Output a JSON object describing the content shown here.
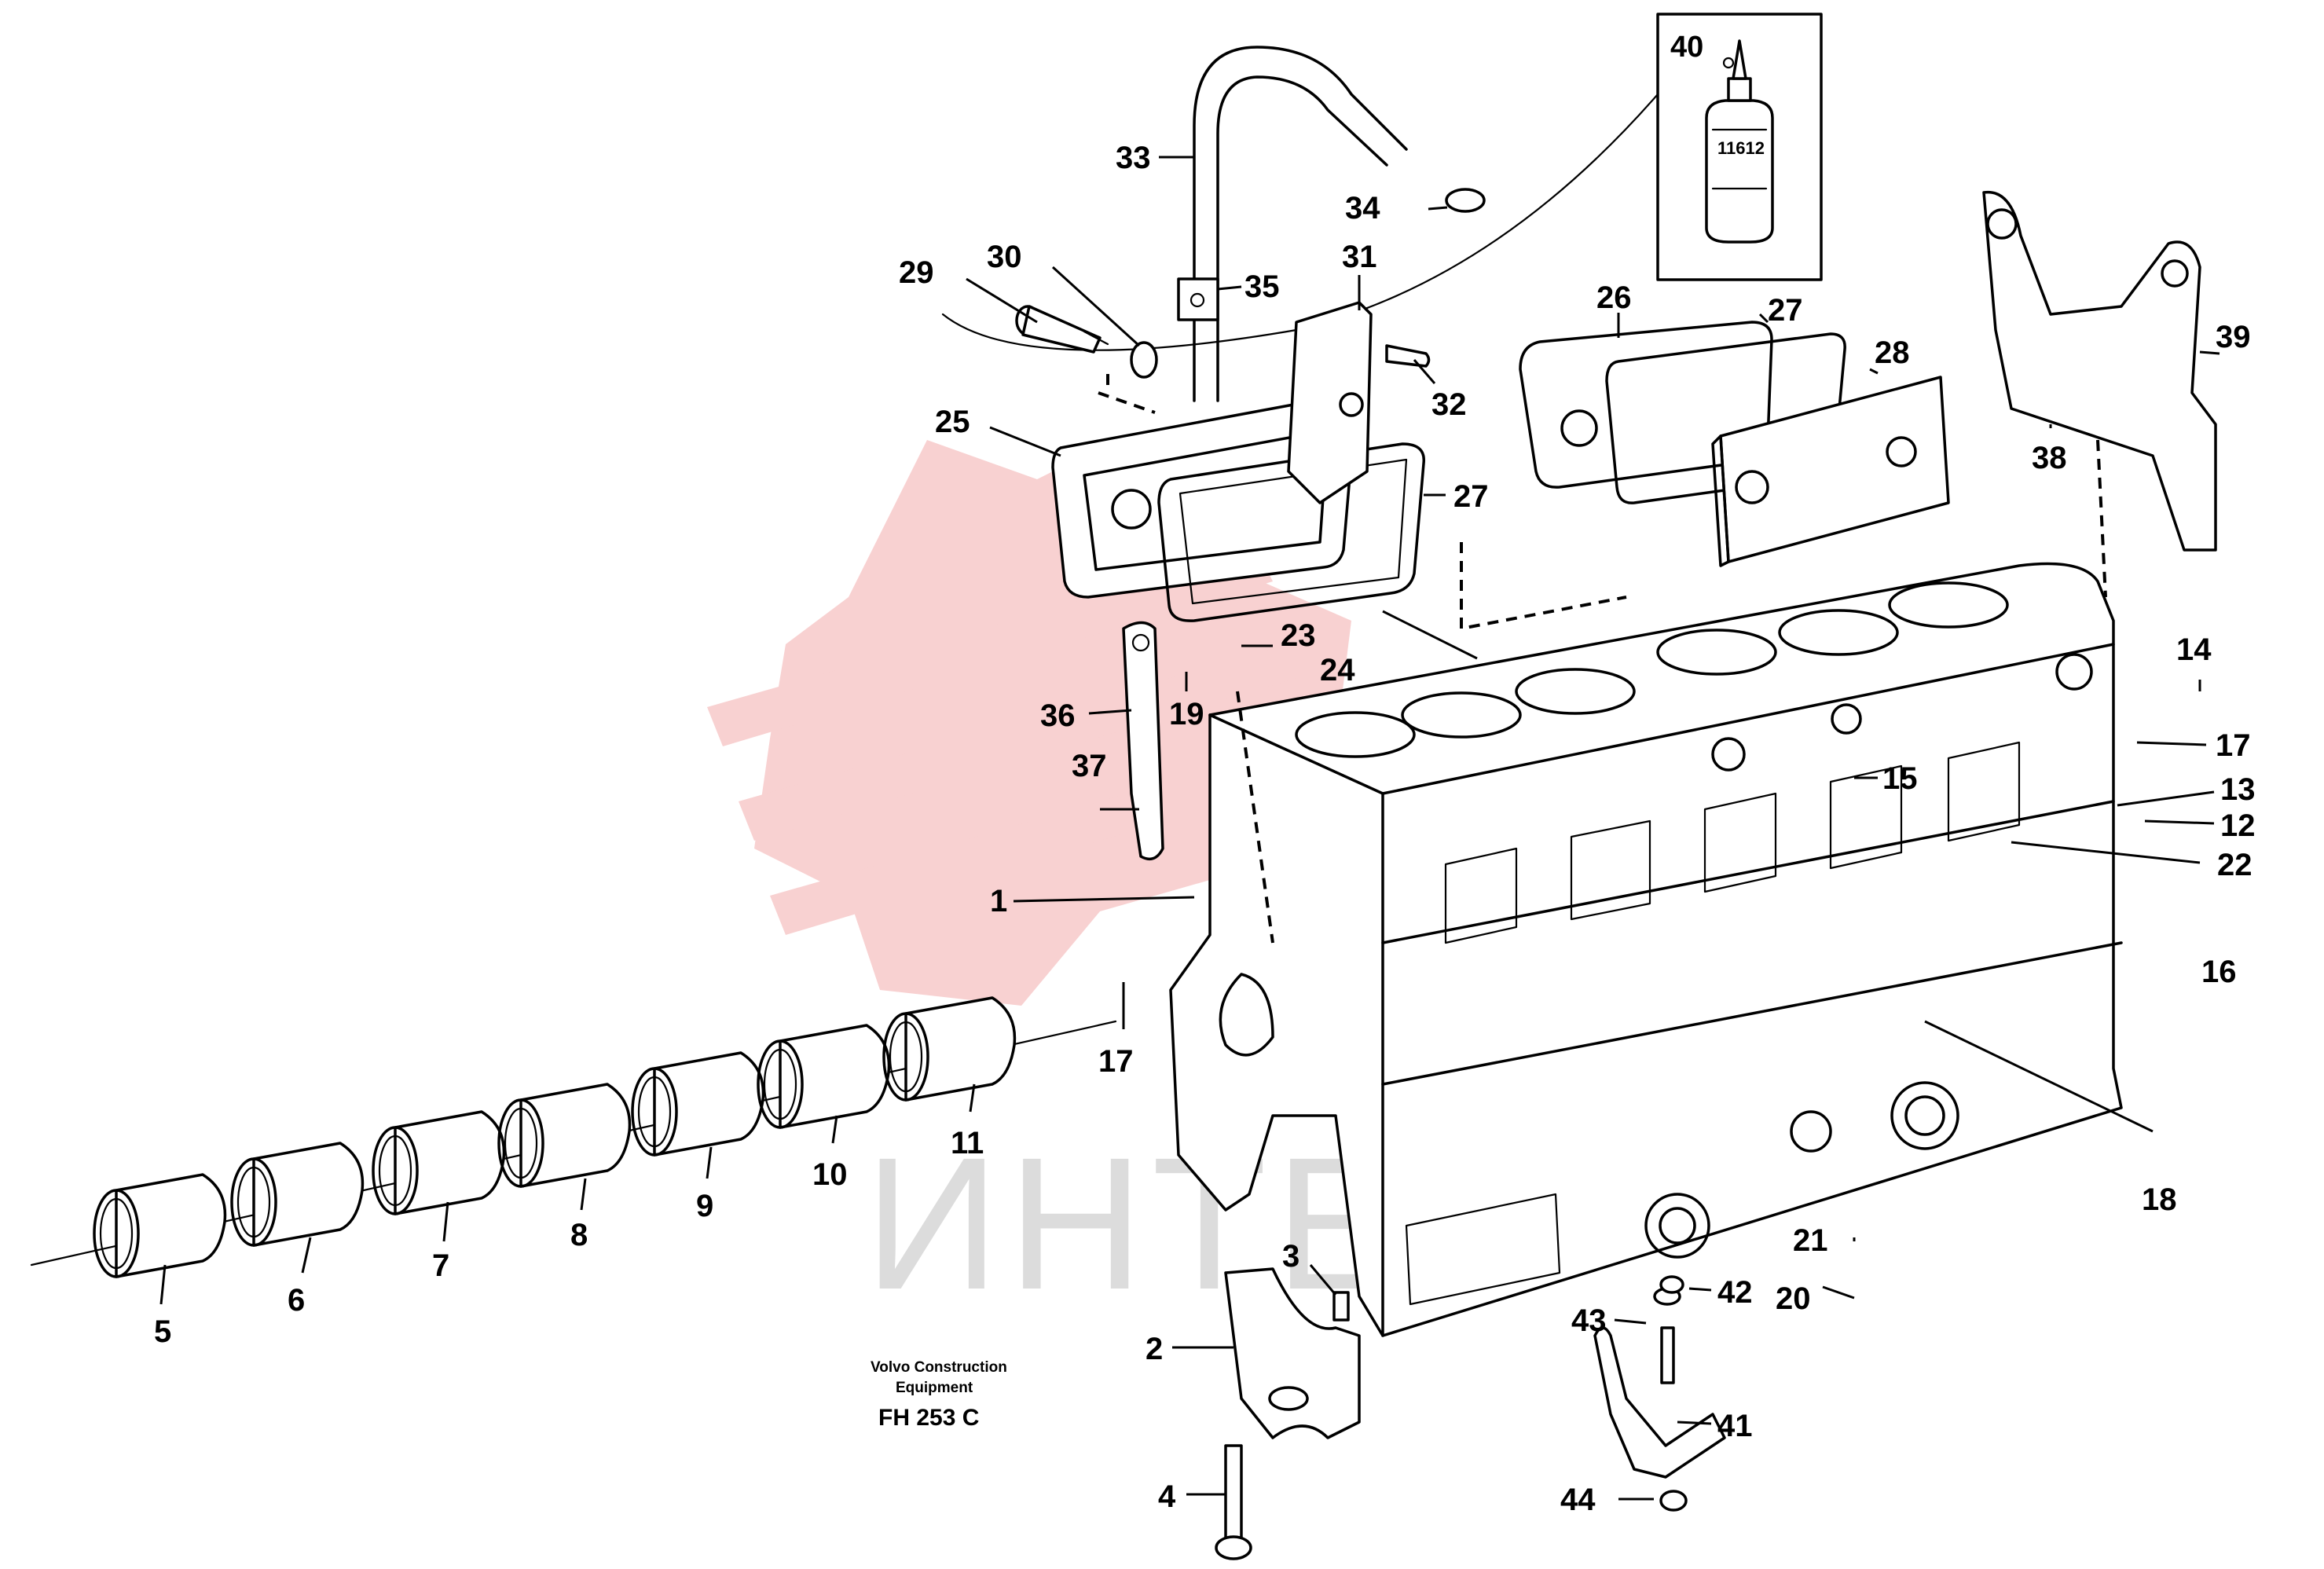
{
  "colors": {
    "ink": "#000000",
    "background": "#ffffff",
    "watermark_logo": "#f7c9c9",
    "watermark_text": "#dcdcdc"
  },
  "watermark": {
    "text": "ИНТЕК"
  },
  "credit": {
    "line1": "Volvo Construction",
    "line2": "Equipment",
    "code": "FH 253 C"
  },
  "inset": {
    "number": "40",
    "bottle_label": "11612"
  },
  "callouts": [
    "1",
    "2",
    "3",
    "4",
    "5",
    "6",
    "7",
    "8",
    "9",
    "10",
    "11",
    "12",
    "13",
    "14",
    "15",
    "16",
    "17",
    "17",
    "18",
    "19",
    "20",
    "21",
    "22",
    "23",
    "24",
    "25",
    "26",
    "27",
    "27",
    "28",
    "29",
    "30",
    "31",
    "32",
    "33",
    "34",
    "35",
    "36",
    "37",
    "38",
    "39",
    "41",
    "42",
    "43",
    "44"
  ]
}
